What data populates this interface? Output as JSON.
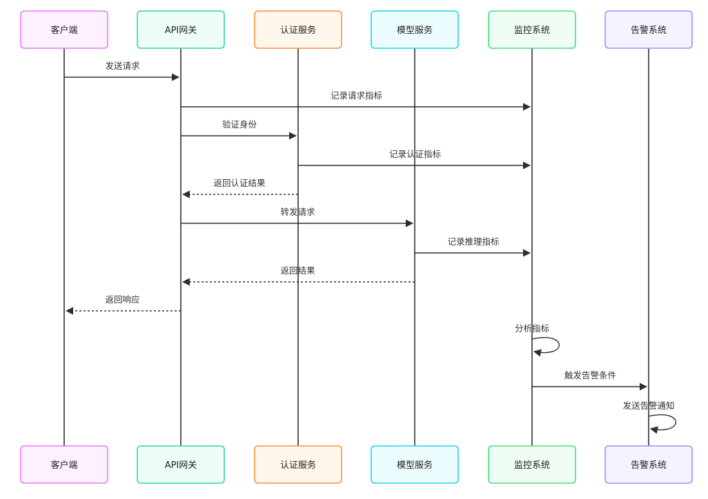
{
  "participants": [
    {
      "id": "client",
      "label": "客户端",
      "fill": "#fdf0ff",
      "stroke": "#e879f9"
    },
    {
      "id": "gateway",
      "label": "API网关",
      "fill": "#effdf8",
      "stroke": "#34d3b0"
    },
    {
      "id": "auth",
      "label": "认证服务",
      "fill": "#fff6ec",
      "stroke": "#fb923c"
    },
    {
      "id": "model",
      "label": "模型服务",
      "fill": "#ecfdff",
      "stroke": "#22d3ee"
    },
    {
      "id": "monitor",
      "label": "监控系统",
      "fill": "#effdf3",
      "stroke": "#4ade80"
    },
    {
      "id": "alert",
      "label": "告警系统",
      "fill": "#f5f3ff",
      "stroke": "#a78bfa"
    }
  ],
  "messages": [
    {
      "from": "client",
      "to": "gateway",
      "label": "发送请求",
      "style": "solid"
    },
    {
      "from": "gateway",
      "to": "monitor",
      "label": "记录请求指标",
      "style": "solid"
    },
    {
      "from": "gateway",
      "to": "auth",
      "label": "验证身份",
      "style": "solid"
    },
    {
      "from": "auth",
      "to": "monitor",
      "label": "记录认证指标",
      "style": "solid"
    },
    {
      "from": "auth",
      "to": "gateway",
      "label": "返回认证结果",
      "style": "dashed"
    },
    {
      "from": "gateway",
      "to": "model",
      "label": "转发请求",
      "style": "solid"
    },
    {
      "from": "model",
      "to": "monitor",
      "label": "记录推理指标",
      "style": "solid"
    },
    {
      "from": "model",
      "to": "gateway",
      "label": "返回结果",
      "style": "dashed"
    },
    {
      "from": "gateway",
      "to": "client",
      "label": "返回响应",
      "style": "dashed"
    },
    {
      "from": "monitor",
      "to": "monitor",
      "label": "分析指标",
      "style": "solid"
    },
    {
      "from": "monitor",
      "to": "alert",
      "label": "触发告警条件",
      "style": "solid"
    },
    {
      "from": "alert",
      "to": "alert",
      "label": "发送告警通知",
      "style": "solid"
    }
  ],
  "colors": {
    "line": "#2d2d3a"
  }
}
